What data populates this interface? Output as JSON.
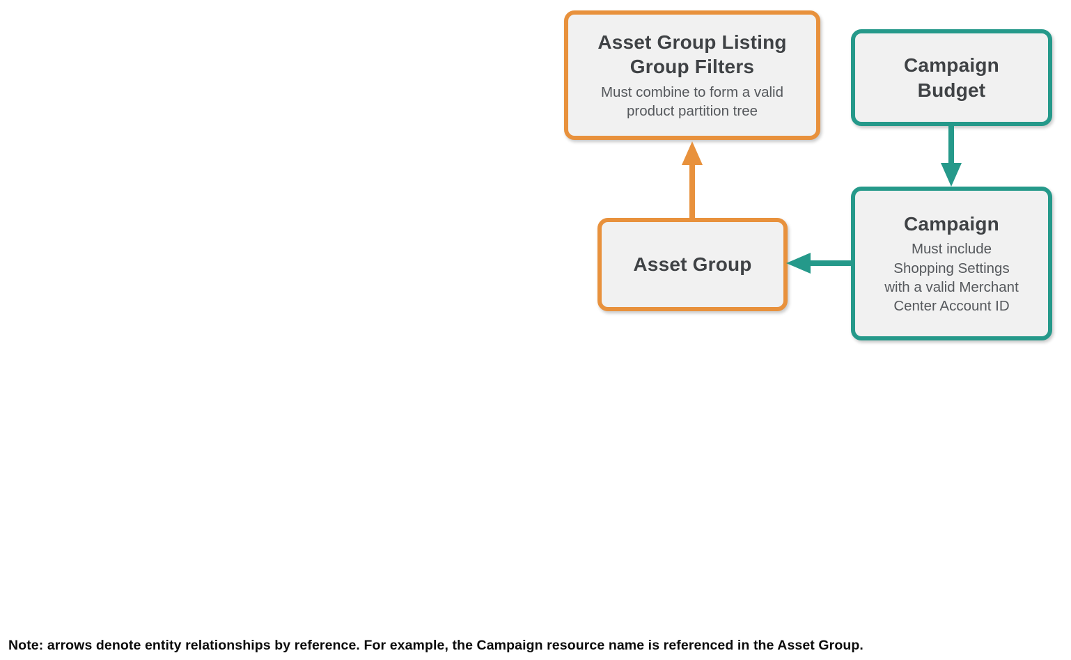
{
  "colors": {
    "orange": "#E8913C",
    "teal": "#25998A",
    "node-fill": "#F1F1F1",
    "title-text": "#3F4245",
    "subtitle-text": "#55585C",
    "note-text": "#0B0B0B",
    "background": "#FFFFFF"
  },
  "nodes": {
    "asset_group_listing_group_filters": {
      "title": "Asset Group Listing\nGroup Filters",
      "subtitle": "Must combine to form a valid\nproduct partition tree",
      "accent": "orange"
    },
    "campaign_budget": {
      "title": "Campaign\nBudget",
      "accent": "teal"
    },
    "asset_group": {
      "title": "Asset Group",
      "accent": "orange"
    },
    "campaign": {
      "title": "Campaign",
      "subtitle": "Must include\nShopping Settings\nwith a valid Merchant\nCenter Account ID",
      "accent": "teal"
    }
  },
  "arrows": [
    {
      "from": "asset_group",
      "to": "asset_group_listing_group_filters",
      "color": "orange",
      "direction": "up"
    },
    {
      "from": "campaign_budget",
      "to": "campaign",
      "color": "teal",
      "direction": "down"
    },
    {
      "from": "campaign",
      "to": "asset_group",
      "color": "teal",
      "direction": "left"
    }
  ],
  "note": "Note: arrows denote entity relationships by reference. For example, the Campaign resource name is referenced in the Asset Group."
}
